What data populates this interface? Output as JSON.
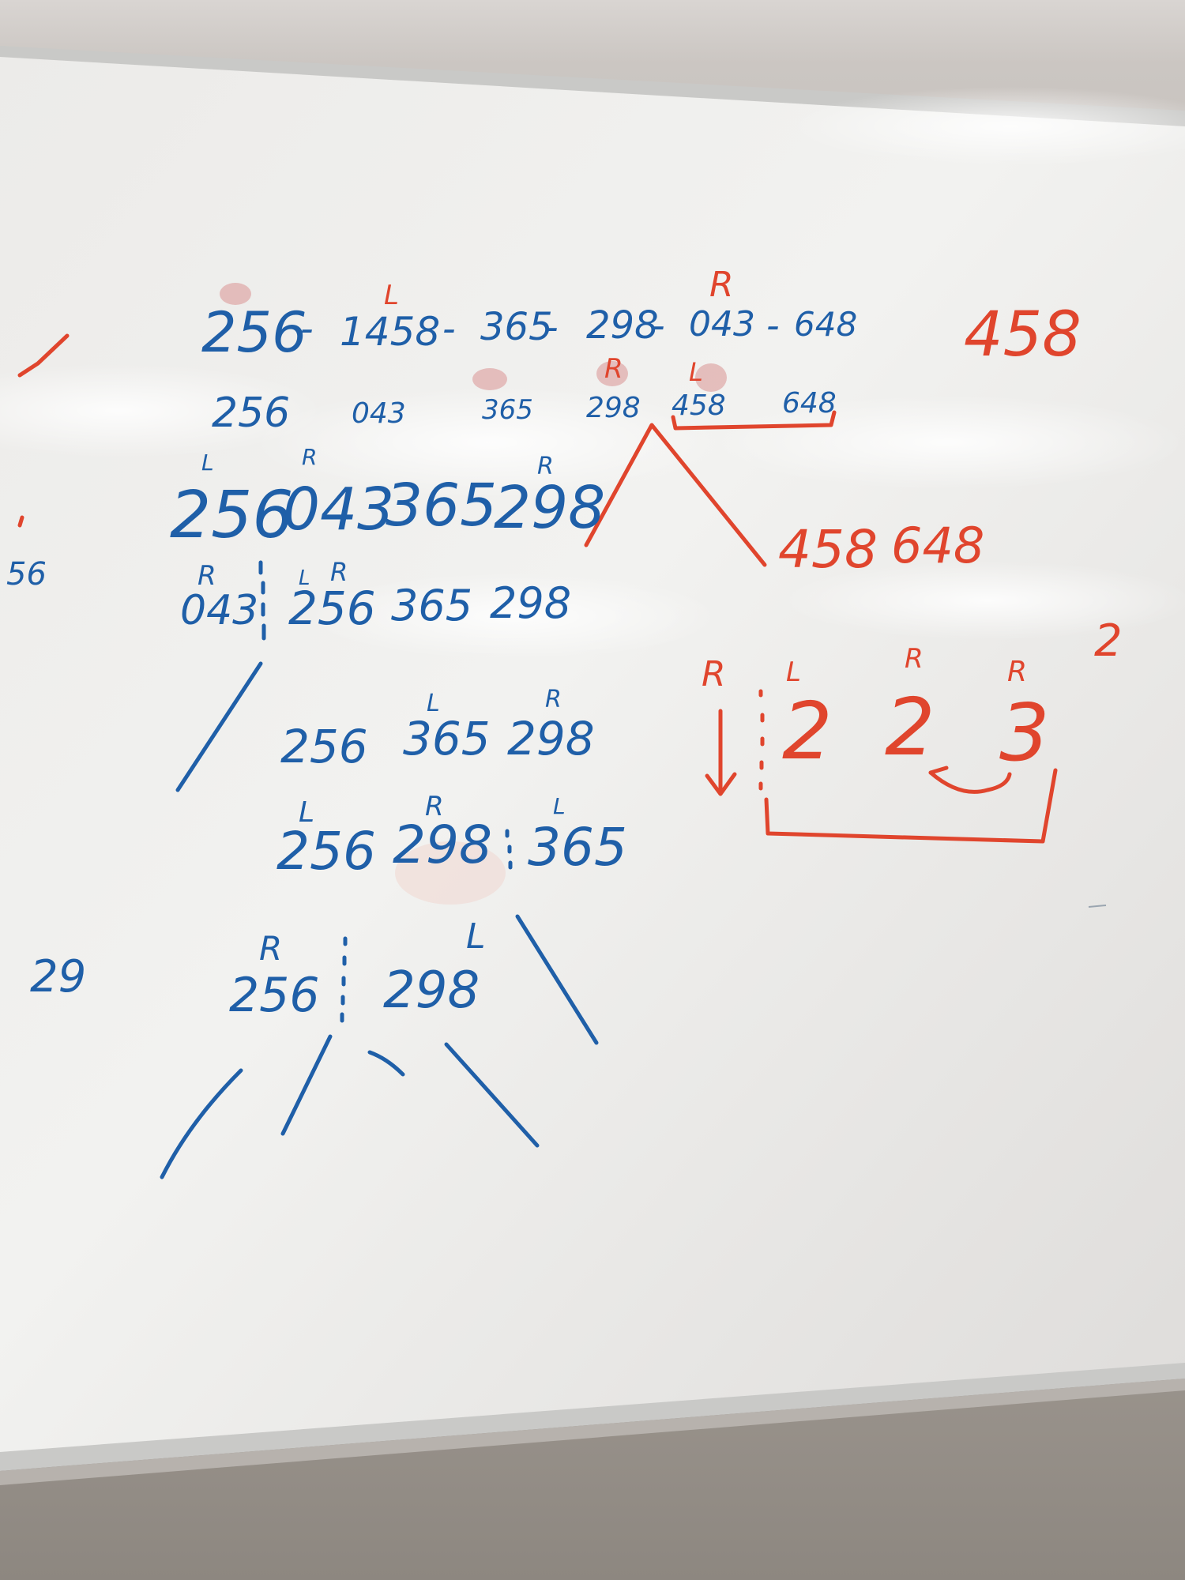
{
  "whiteboard": {
    "top_sequence": {
      "items": [
        "256",
        "-",
        "1458",
        "-",
        "365",
        "-",
        "298",
        "-",
        "043",
        "-",
        "648"
      ],
      "markers": [
        "L",
        "R"
      ]
    },
    "row2": {
      "items": [
        "256",
        "043",
        "365",
        "298",
        "458",
        "648"
      ],
      "markers": [
        "R",
        "L"
      ]
    },
    "row3": {
      "items": [
        "256",
        "043",
        "365",
        "298"
      ],
      "markers": [
        "L",
        "R",
        "R"
      ]
    },
    "row4": {
      "items": [
        "043",
        "256",
        "365",
        "298"
      ],
      "markers": [
        "R",
        "L",
        "R"
      ]
    },
    "row5": {
      "items": [
        "256",
        "365",
        "298"
      ],
      "markers": [
        "L",
        "R"
      ]
    },
    "row6": {
      "items": [
        "256",
        "298",
        "365"
      ],
      "markers": [
        "L",
        "R",
        "L"
      ]
    },
    "row7": {
      "items": [
        "256",
        "298"
      ],
      "markers": [
        "R",
        "L"
      ]
    },
    "left_numbers": [
      "56",
      "29"
    ],
    "right_red": {
      "top_number": "458",
      "split_numbers": [
        "458",
        "648"
      ],
      "digits": [
        "2",
        "2",
        "3"
      ],
      "markers": [
        "R",
        "L",
        "R",
        "R"
      ],
      "corner_mark": "2"
    },
    "colors": {
      "blue_ink": "#1f5fa8",
      "red_ink": "#e0452d",
      "board": "#eeeeec"
    }
  }
}
